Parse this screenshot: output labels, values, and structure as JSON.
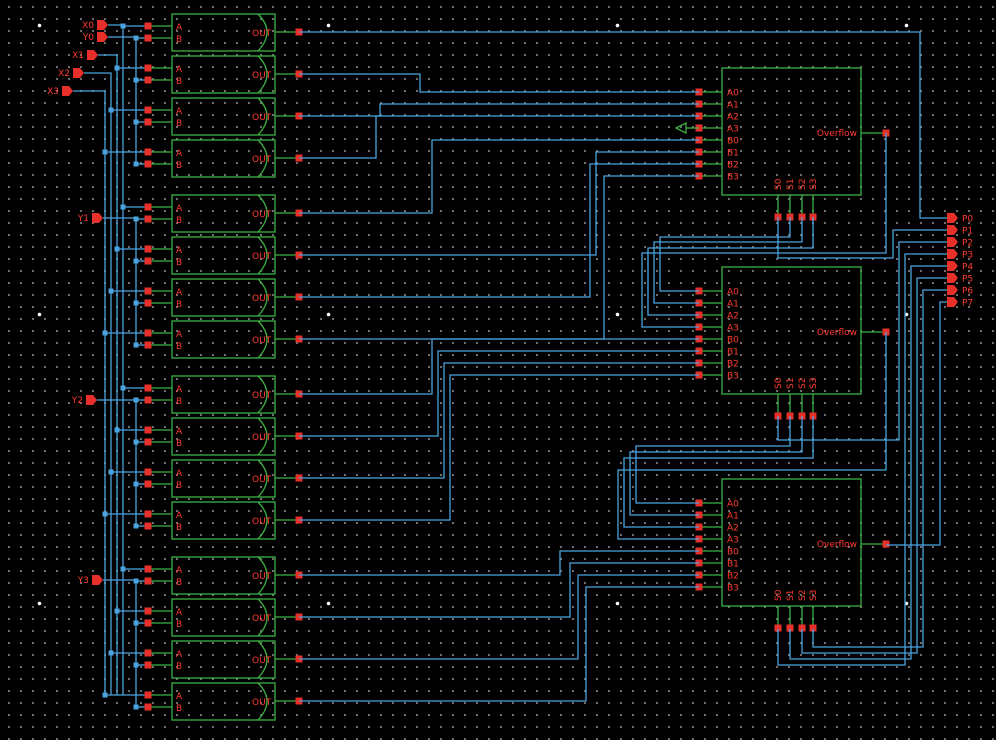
{
  "inputs": [
    "X0",
    "Y0",
    "X1",
    "X2",
    "X3",
    "Y1",
    "Y2",
    "Y3"
  ],
  "gate_pins": {
    "a": "A",
    "b": "B",
    "out": "OUT"
  },
  "gate_count": 16,
  "adder_pins": {
    "inputs": [
      "A0",
      "A1",
      "A2",
      "A3",
      "B0",
      "B1",
      "B2",
      "B3"
    ],
    "sums": [
      "S0",
      "S1",
      "S2",
      "S3"
    ],
    "overflow": "Overflow"
  },
  "adder_count": 3,
  "outputs": [
    "P0",
    "P1",
    "P2",
    "P3",
    "P4",
    "P5",
    "P6",
    "P7"
  ],
  "colors": {
    "wire": "#4aa3df",
    "symbol": "#3cb043",
    "pin": "#e8302a",
    "background": "#000000"
  }
}
